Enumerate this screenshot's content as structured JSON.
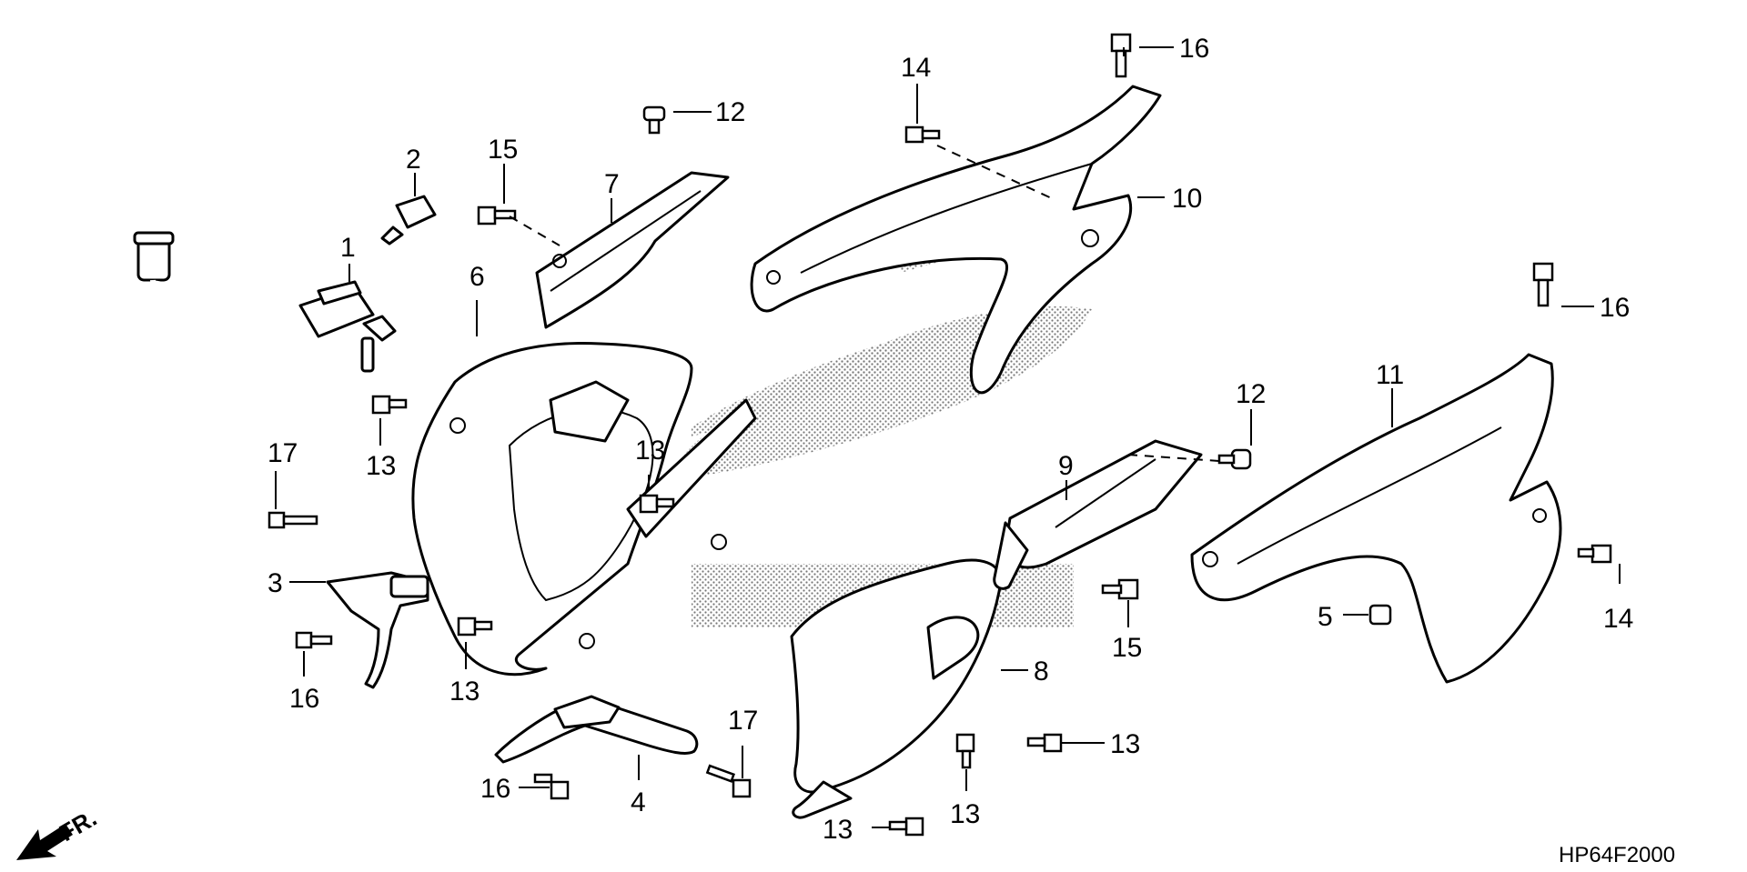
{
  "diagram_code": "HP64F2000",
  "direction_label": "FR.",
  "callouts": [
    {
      "id": "c1",
      "text": "1"
    },
    {
      "id": "c2",
      "text": "2"
    },
    {
      "id": "c3",
      "text": "3"
    },
    {
      "id": "c4",
      "text": "4"
    },
    {
      "id": "c5",
      "text": "5"
    },
    {
      "id": "c6",
      "text": "6"
    },
    {
      "id": "c7",
      "text": "7"
    },
    {
      "id": "c8",
      "text": "8"
    },
    {
      "id": "c9",
      "text": "9"
    },
    {
      "id": "c10",
      "text": "10"
    },
    {
      "id": "c11",
      "text": "11"
    },
    {
      "id": "c12a",
      "text": "12"
    },
    {
      "id": "c12b",
      "text": "12"
    },
    {
      "id": "c13a",
      "text": "13"
    },
    {
      "id": "c13b",
      "text": "13"
    },
    {
      "id": "c13c",
      "text": "13"
    },
    {
      "id": "c13d",
      "text": "13"
    },
    {
      "id": "c13e",
      "text": "13"
    },
    {
      "id": "c13f",
      "text": "13"
    },
    {
      "id": "c14a",
      "text": "14"
    },
    {
      "id": "c14b",
      "text": "14"
    },
    {
      "id": "c15a",
      "text": "15"
    },
    {
      "id": "c15b",
      "text": "15"
    },
    {
      "id": "c16a",
      "text": "16"
    },
    {
      "id": "c16b",
      "text": "16"
    },
    {
      "id": "c16c",
      "text": "16"
    },
    {
      "id": "c16d",
      "text": "16"
    },
    {
      "id": "c17a",
      "text": "17"
    },
    {
      "id": "c17b",
      "text": "17"
    }
  ]
}
